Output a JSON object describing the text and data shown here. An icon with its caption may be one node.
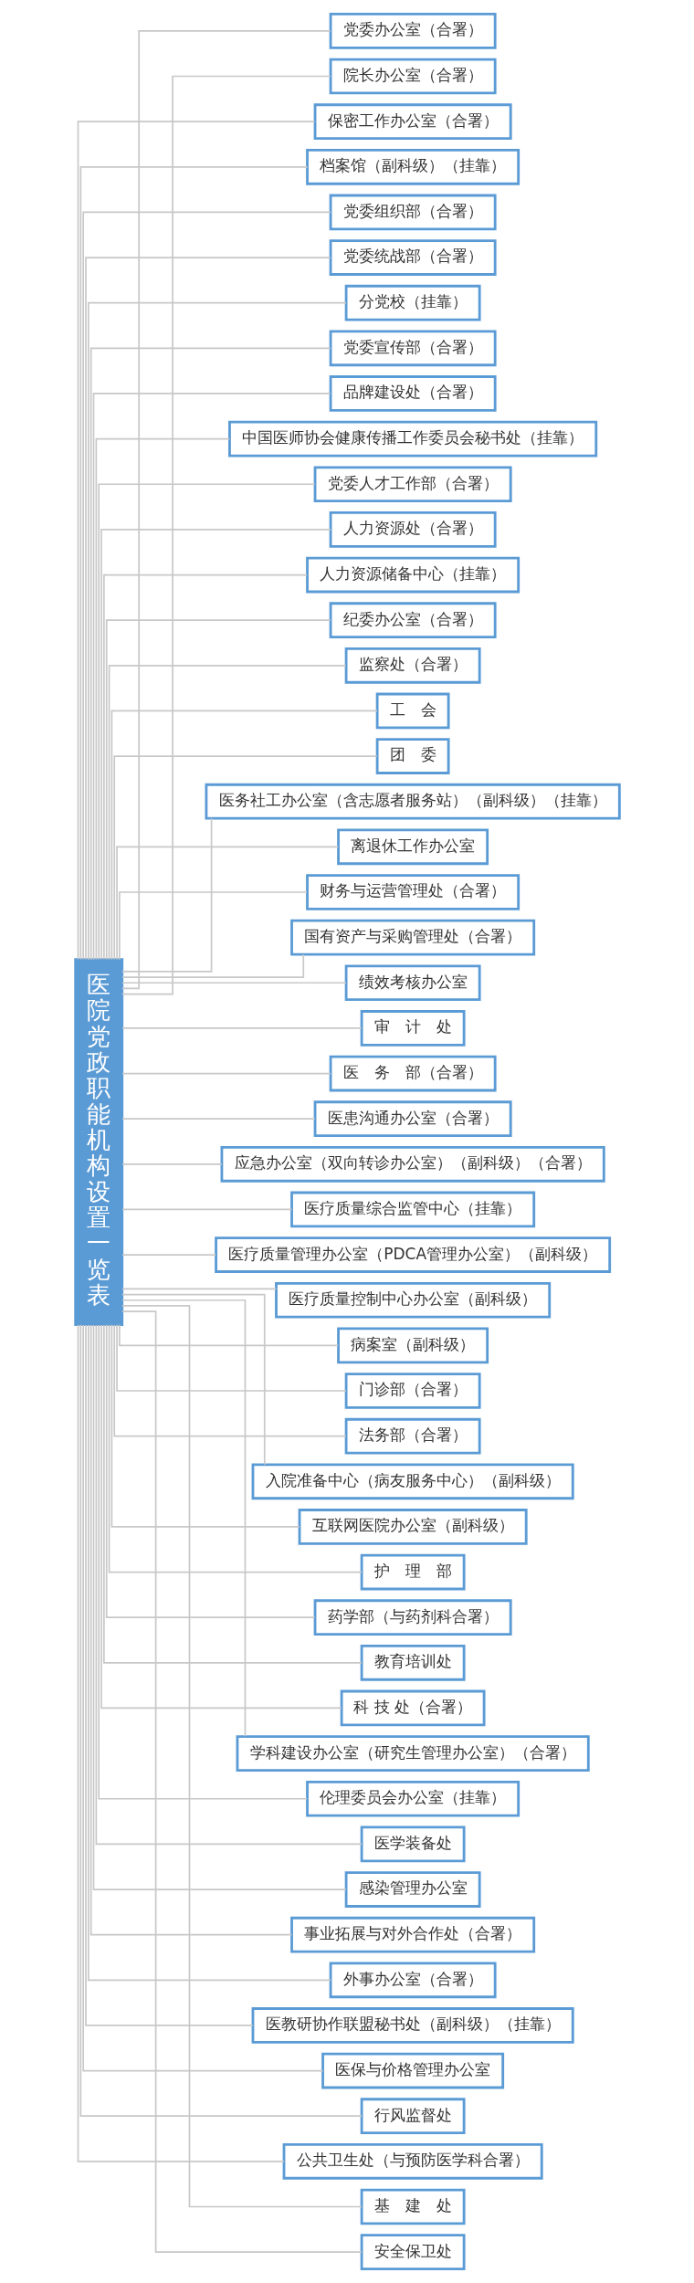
{
  "diagram": {
    "nodes": [
      {
        "text": [
          "医院党政职能机构设置一览表"
        ]
      },
      {
        "text": [
          "党委办公室（合署）"
        ]
      },
      {
        "text": [
          "院长办公室（合署）"
        ]
      },
      {
        "text": [
          "保密工作办公室（合署）"
        ]
      },
      {
        "text": [
          "档案馆（副科级）（挂靠）"
        ]
      },
      {
        "text": [
          "党委组织部（合署）"
        ]
      },
      {
        "text": [
          "党委统战部（合署）"
        ]
      },
      {
        "text": [
          "分党校（挂靠）"
        ]
      },
      {
        "text": [
          "党委宣传部（合署）"
        ]
      },
      {
        "text": [
          "品牌建设处（合署）"
        ]
      },
      {
        "text": [
          "中国医师协会健康传播工作委员会秘书处（挂靠）"
        ]
      },
      {
        "text": [
          "党委人才工作部（合署）"
        ]
      },
      {
        "text": [
          "人力资源处（合署）"
        ]
      },
      {
        "text": [
          "人力资源储备中心（挂靠）"
        ]
      },
      {
        "text": [
          "纪委办公室（合署）"
        ]
      },
      {
        "text": [
          "监察处（合署）"
        ]
      },
      {
        "text": [
          "工　会"
        ]
      },
      {
        "text": [
          "团　委"
        ]
      },
      {
        "text": [
          "医务社工办公室（含志愿者服务站）（副科级）（挂靠）"
        ]
      },
      {
        "text": [
          "离退休工作办公室"
        ]
      },
      {
        "text": [
          "财务与运营管理处（合署）"
        ]
      },
      {
        "text": [
          "国有资产与采购管理处（合署）"
        ]
      },
      {
        "text": [
          "绩效考核办公室"
        ]
      },
      {
        "text": [
          "审　计　处"
        ]
      },
      {
        "text": [
          "医　务　部（合署）"
        ]
      },
      {
        "text": [
          "医患沟通办公室（合署）"
        ]
      },
      {
        "text": [
          "应急办公室（双向转诊办公室）（副科级）（合署）"
        ]
      },
      {
        "text": [
          "医疗质量综合监管中心（挂靠）"
        ]
      },
      {
        "text": [
          "医疗质量管理办公室（PDCA管理办公室）（副科级）"
        ]
      },
      {
        "text": [
          "医疗质量控制中心办公室（副科级）"
        ]
      },
      {
        "text": [
          "病案室（副科级）"
        ]
      },
      {
        "text": [
          "门诊部（合署）"
        ]
      },
      {
        "text": [
          "法务部（合署）"
        ]
      },
      {
        "text": [
          "入院准备中心（病友服务中心）（副科级）"
        ]
      },
      {
        "text": [
          "互联网医院办公室（副科级）"
        ]
      },
      {
        "text": [
          "护　理　部"
        ]
      },
      {
        "text": [
          "药学部（与药剂科合署）"
        ]
      },
      {
        "text": [
          "教育培训处"
        ]
      },
      {
        "text": [
          "科 技 处（合署）"
        ]
      },
      {
        "text": [
          "学科建设办公室（研究生管理办公室）（合署）"
        ]
      },
      {
        "text": [
          "伦理委员会办公室（挂靠）"
        ]
      },
      {
        "text": [
          "医学装备处"
        ]
      },
      {
        "text": [
          "感染管理办公室"
        ]
      },
      {
        "text": [
          "事业拓展与对外合作处（合署）"
        ]
      },
      {
        "text": [
          "外事办公室（合署）"
        ]
      },
      {
        "text": [
          "医教研协作联盟秘书处（副科级）（挂靠）"
        ]
      },
      {
        "text": [
          "医保与价格管理办公室"
        ]
      },
      {
        "text": [
          "行风监督处"
        ]
      },
      {
        "text": [
          "公共卫生处（与预防医学科合署）"
        ]
      },
      {
        "text": [
          "基　建　处"
        ]
      },
      {
        "text": [
          "安全保卫处"
        ]
      }
    ],
    "edges": [
      {
        "from": 0,
        "to": 1,
        "arrow": "none"
      },
      {
        "from": 0,
        "to": 2,
        "arrow": "none"
      },
      {
        "from": 0,
        "to": 3,
        "arrow": "none"
      },
      {
        "from": 0,
        "to": 4,
        "arrow": "none"
      },
      {
        "from": 0,
        "to": 5,
        "arrow": "none"
      },
      {
        "from": 0,
        "to": 6,
        "arrow": "none"
      },
      {
        "from": 0,
        "to": 7,
        "arrow": "none"
      },
      {
        "from": 0,
        "to": 8,
        "arrow": "none"
      },
      {
        "from": 0,
        "to": 9,
        "arrow": "none"
      },
      {
        "from": 0,
        "to": 10,
        "arrow": "none"
      },
      {
        "from": 0,
        "to": 11,
        "arrow": "none"
      },
      {
        "from": 0,
        "to": 12,
        "arrow": "none"
      },
      {
        "from": 0,
        "to": 13,
        "arrow": "none"
      },
      {
        "from": 0,
        "to": 14,
        "arrow": "none"
      },
      {
        "from": 0,
        "to": 15,
        "arrow": "none"
      },
      {
        "from": 0,
        "to": 16,
        "arrow": "none"
      },
      {
        "from": 0,
        "to": 17,
        "arrow": "none"
      },
      {
        "from": 0,
        "to": 18,
        "arrow": "none"
      },
      {
        "from": 0,
        "to": 19,
        "arrow": "none"
      },
      {
        "from": 0,
        "to": 20,
        "arrow": "none"
      },
      {
        "from": 0,
        "to": 21,
        "arrow": "none"
      },
      {
        "from": 0,
        "to": 22,
        "arrow": "none"
      },
      {
        "from": 0,
        "to": 23,
        "arrow": "none"
      },
      {
        "from": 0,
        "to": 24,
        "arrow": "none"
      },
      {
        "from": 0,
        "to": 25,
        "arrow": "none"
      },
      {
        "from": 0,
        "to": 26,
        "arrow": "none"
      },
      {
        "from": 0,
        "to": 27,
        "arrow": "none"
      },
      {
        "from": 0,
        "to": 28,
        "arrow": "none"
      },
      {
        "from": 0,
        "to": 29,
        "arrow": "none"
      },
      {
        "from": 0,
        "to": 30,
        "arrow": "none"
      },
      {
        "from": 0,
        "to": 31,
        "arrow": "none"
      },
      {
        "from": 0,
        "to": 32,
        "arrow": "none"
      },
      {
        "from": 0,
        "to": 33,
        "arrow": "none"
      },
      {
        "from": 0,
        "to": 34,
        "arrow": "none"
      },
      {
        "from": 0,
        "to": 35,
        "arrow": "none"
      },
      {
        "from": 0,
        "to": 36,
        "arrow": "none"
      },
      {
        "from": 0,
        "to": 37,
        "arrow": "none"
      },
      {
        "from": 0,
        "to": 38,
        "arrow": "none"
      },
      {
        "from": 0,
        "to": 39,
        "arrow": "none"
      },
      {
        "from": 0,
        "to": 40,
        "arrow": "none"
      },
      {
        "from": 0,
        "to": 41,
        "arrow": "none"
      },
      {
        "from": 0,
        "to": 42,
        "arrow": "none"
      },
      {
        "from": 0,
        "to": 43,
        "arrow": "none"
      },
      {
        "from": 0,
        "to": 44,
        "arrow": "none"
      },
      {
        "from": 0,
        "to": 45,
        "arrow": "none"
      },
      {
        "from": 0,
        "to": 46,
        "arrow": "none"
      },
      {
        "from": 0,
        "to": 47,
        "arrow": "none"
      },
      {
        "from": 0,
        "to": 48,
        "arrow": "none"
      },
      {
        "from": 0,
        "to": 49,
        "arrow": "none"
      },
      {
        "from": 0,
        "to": 50,
        "arrow": "none"
      }
    ]
  }
}
